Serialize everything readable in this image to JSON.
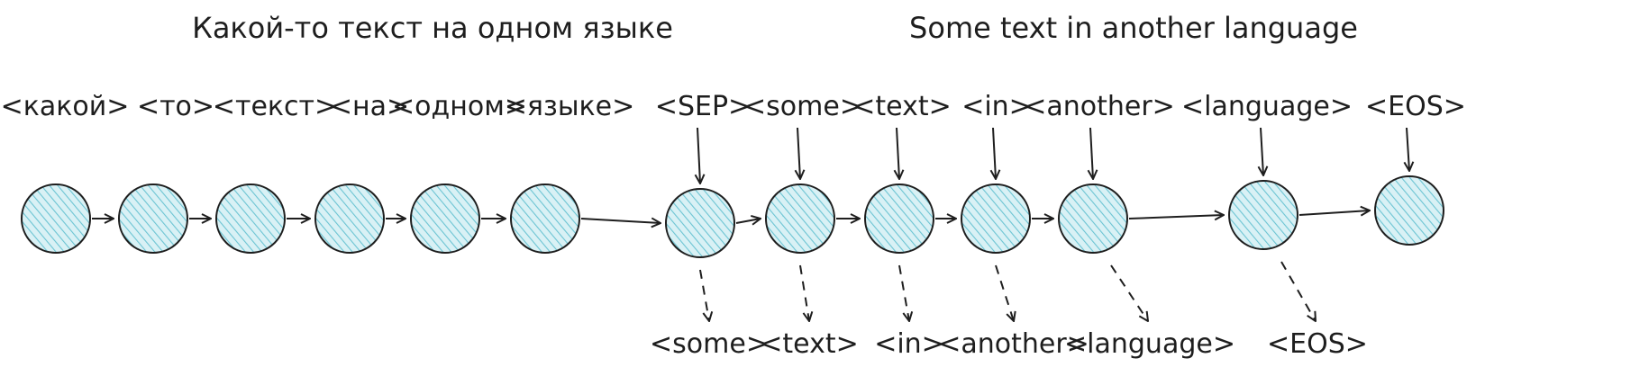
{
  "titles": {
    "source": "Какой-то текст на одном языке",
    "target": "Some text in another language"
  },
  "input_tokens": [
    "<какой>",
    "<то>",
    "<текст>",
    "<на>",
    "<одном>",
    "<языке>",
    "<SEP>",
    "<some>",
    "<text>",
    "<in>",
    "<another>",
    "<language>",
    "<EOS>"
  ],
  "output_tokens": [
    "<some>",
    "<text>",
    "<in>",
    "<another>",
    "<language>",
    "<EOS>"
  ],
  "colors": {
    "node_fill": "#a5dde6",
    "stroke": "#1e1e1e"
  }
}
